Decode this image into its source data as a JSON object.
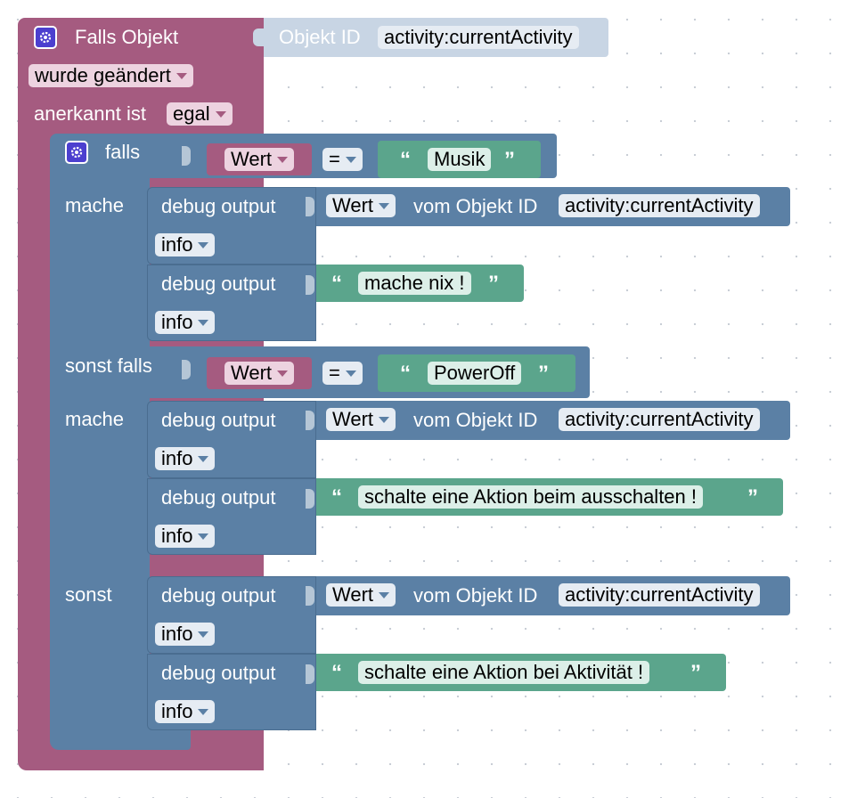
{
  "event_block": {
    "title": "Falls Objekt",
    "object_id_label": "Objekt ID",
    "object_id_value": "activity:currentActivity",
    "trigger": "wurde geändert",
    "ack_label": "anerkannt ist",
    "ack_value": "egal"
  },
  "if_block": {
    "if_label": "falls",
    "do_label": "mache",
    "elseif_label": "sonst falls",
    "else_label": "sonst"
  },
  "conditions": [
    {
      "left": "Wert",
      "op": "=",
      "right": "Musik"
    },
    {
      "left": "Wert",
      "op": "=",
      "right": "PowerOff"
    }
  ],
  "debug_label": "debug output",
  "level": "info",
  "value_label": "Wert",
  "from_object_label": "vom Objekt ID",
  "object_id": "activity:currentActivity",
  "texts": {
    "musik": "mache nix !",
    "poweroff": "schalte eine Aktion beim ausschalten !",
    "else": "schalte eine Aktion bei Aktivität !"
  },
  "colors": {
    "event": "#a55b80",
    "logic": "#5b80a5",
    "text": "#5ba58c",
    "mutator": "#4c3fcf"
  },
  "icons": {
    "mutator": "gear-icon",
    "dropdown": "chevron-down-icon",
    "quote_open": "“",
    "quote_close": "”"
  }
}
